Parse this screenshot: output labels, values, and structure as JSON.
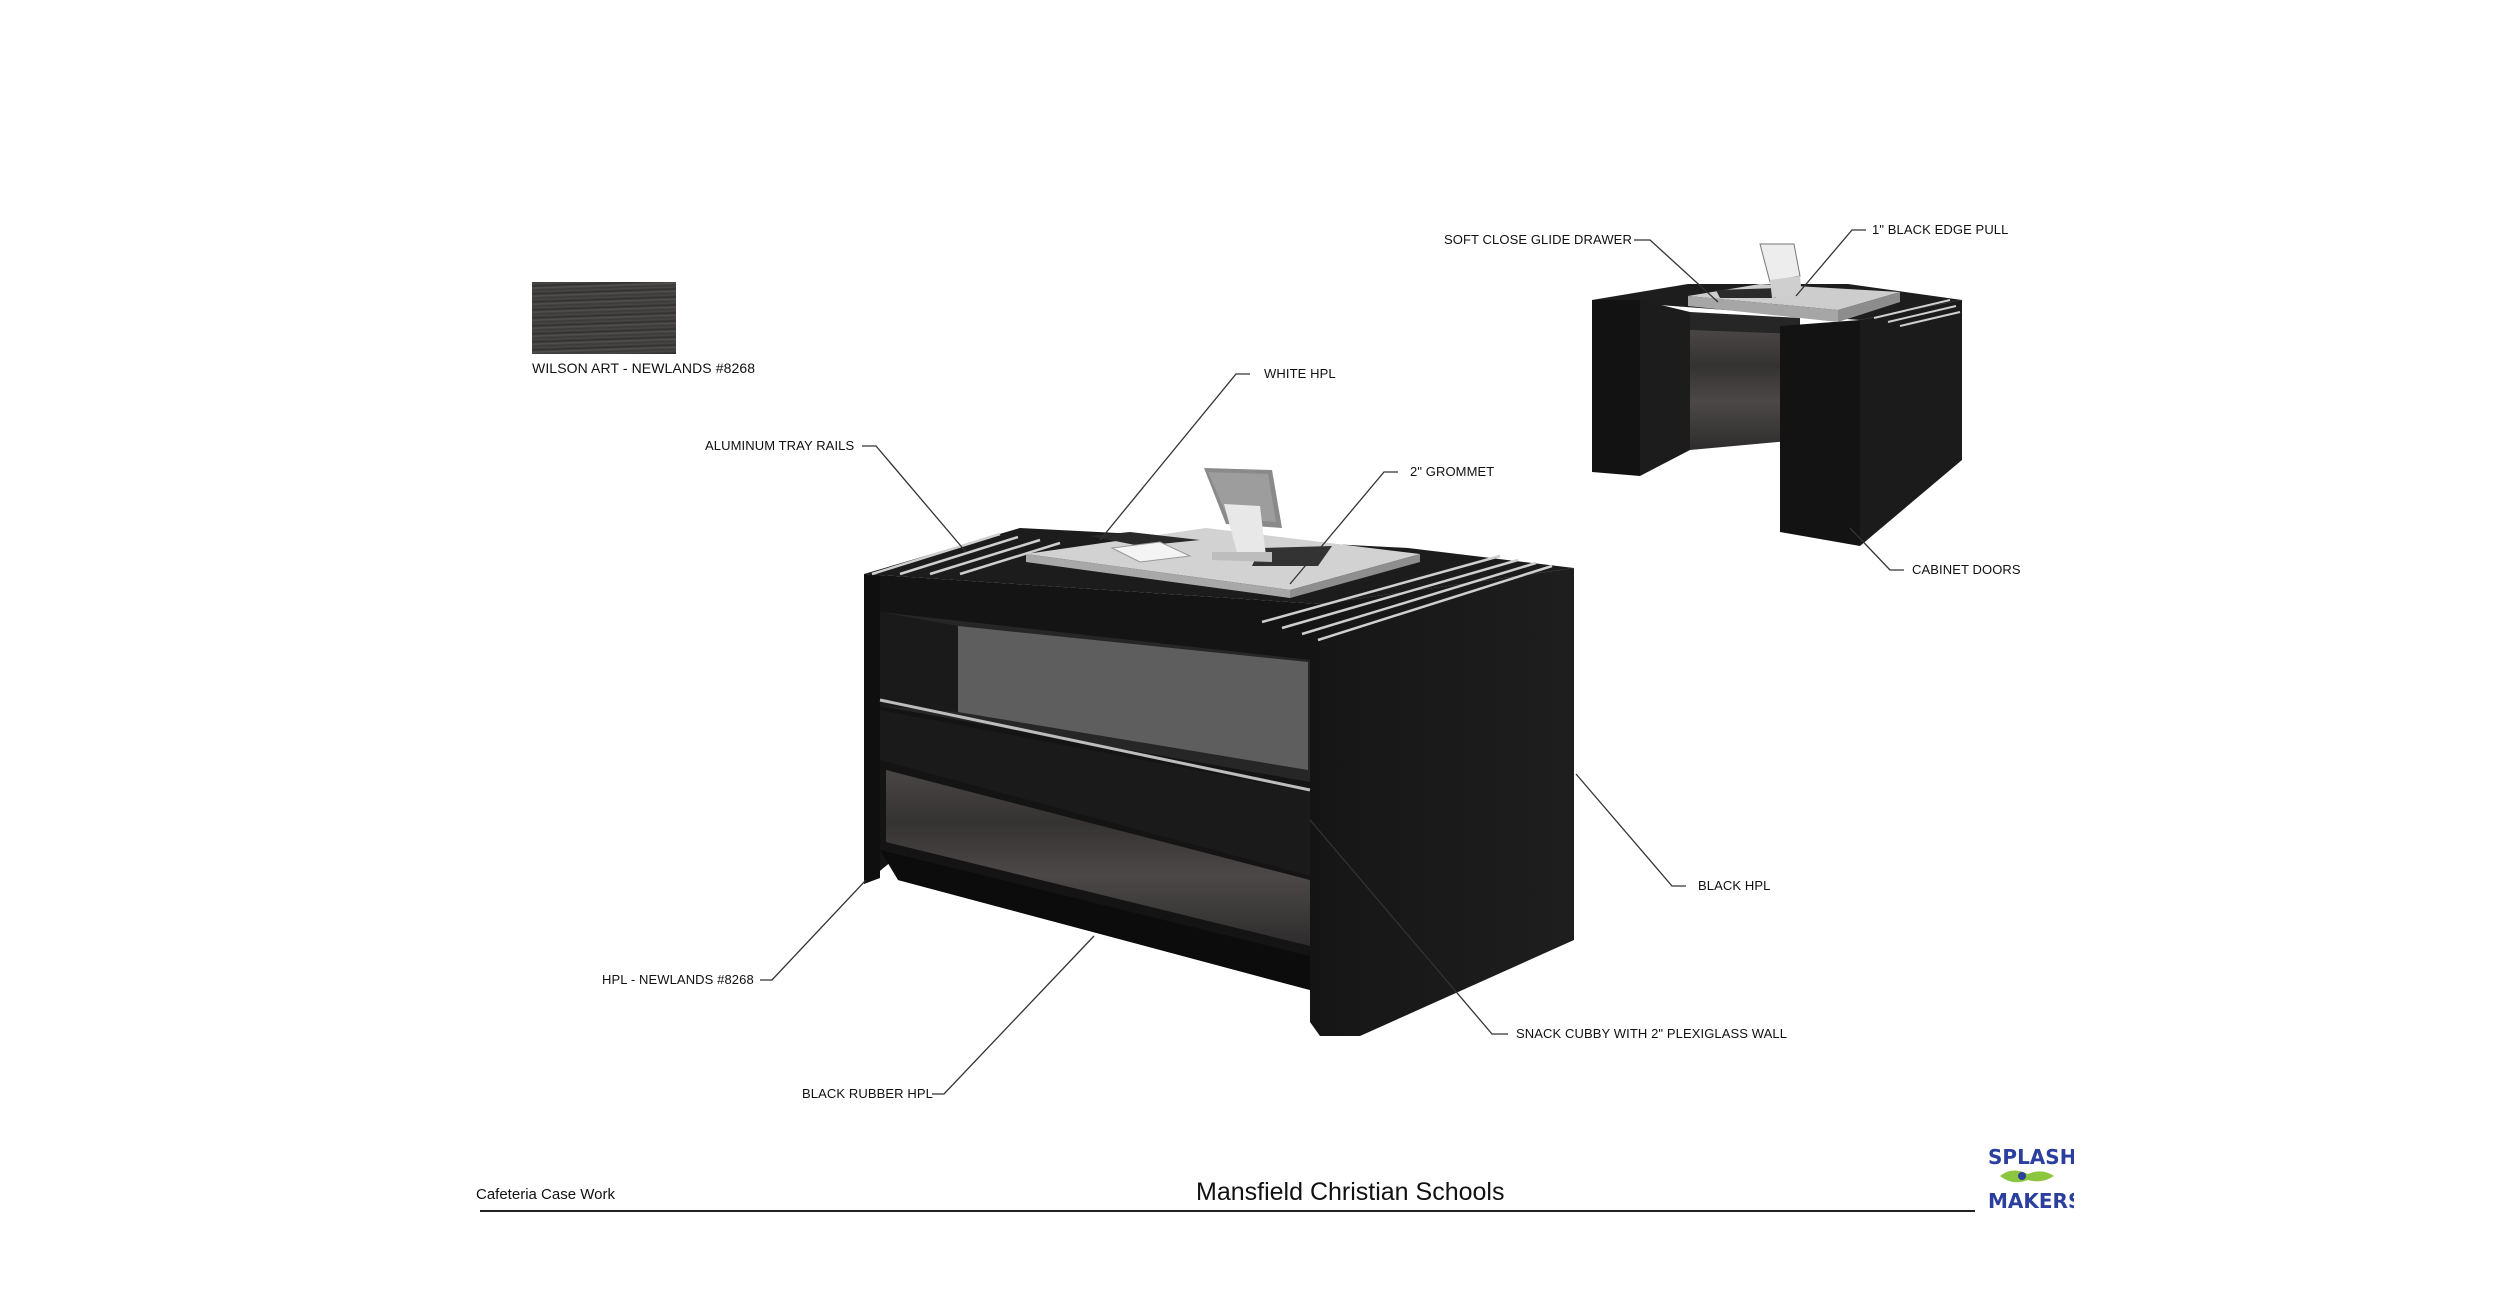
{
  "swatch_caption": "WILSON ART - NEWLANDS #8268",
  "labels": {
    "aluminum_tray_rails": "ALUMINUM TRAY RAILS",
    "white_hpl": "WHITE HPL",
    "grommet": "2\" GROMMET",
    "black_hpl": "BLACK HPL",
    "hpl_newlands": "HPL - NEWLANDS #8268",
    "black_rubber_hpl": "BLACK RUBBER HPL",
    "snack_cubby": "SNACK CUBBY WITH 2\" PLEXIGLASS WALL",
    "soft_close_drawer": "SOFT CLOSE GLIDE DRAWER",
    "black_edge_pull": "1\" BLACK EDGE PULL",
    "cabinet_doors": "CABINET DOORS"
  },
  "footer": {
    "left_caption": "Cafeteria Case Work",
    "title": "Mansfield Christian Schools"
  },
  "logo": {
    "line1": "SPLASH",
    "line2": "MAKERS"
  },
  "colors": {
    "cabinet_black": "#1b1b1b",
    "counter_white": "#cfcfcf",
    "wood_grey": "#3e3b3b",
    "logo_blue": "#2a3f9e",
    "logo_green": "#8cc63f"
  }
}
